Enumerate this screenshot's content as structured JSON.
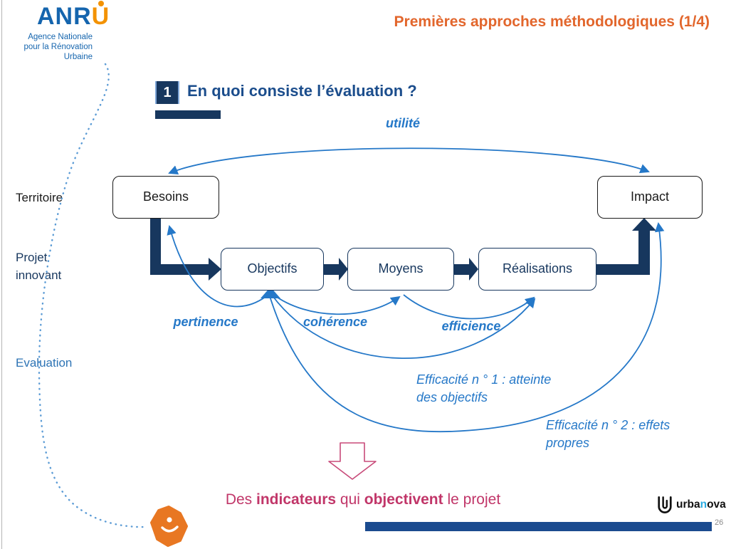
{
  "header": {
    "title": "Premières approches méthodologiques (1/4)"
  },
  "logo": {
    "wordmark_blue": "ANR",
    "wordmark_orange": "U",
    "subtitle_line1": "Agence Nationale",
    "subtitle_line2": "pour la Rénovation",
    "subtitle_line3": "Urbaine"
  },
  "section": {
    "number": "1",
    "title": "En quoi consiste l’évaluation ?"
  },
  "side_labels": {
    "territoire": "Territoire",
    "projet_line1": "Projet",
    "projet_line2": "innovant",
    "evaluation": "Evaluation"
  },
  "diagram": {
    "boxes": {
      "besoins": "Besoins",
      "objectifs": "Objectifs",
      "moyens": "Moyens",
      "realisations": "Réalisations",
      "impact": "Impact"
    },
    "labels": {
      "utilite": "utilité",
      "pertinence": "pertinence",
      "coherence": "cohérence",
      "efficience": "efficience",
      "efficacite1_line1": "Efficacité n ° 1 : atteinte",
      "efficacite1_line2": "des objectifs",
      "efficacite2_line1": "Efficacité n ° 2 : effets",
      "efficacite2_line2": "propres"
    }
  },
  "conclusion": {
    "part1": "Des ",
    "bold1": "indicateurs",
    "part2": " qui ",
    "bold2": "objectivent",
    "part3": " le projet"
  },
  "footer": {
    "page_number": "26",
    "brand_part1": "urba",
    "brand_accent": "n",
    "brand_part2": "ova"
  },
  "colors": {
    "accent_orange": "#E2662C",
    "navy": "#17375E",
    "title_blue": "#1B4D8C",
    "curve_blue": "#2578C8",
    "magenta": "#C13669",
    "dotted_light_blue": "#5B9BD5",
    "logo_blue": "#1565AE",
    "logo_orange": "#F39200",
    "brand_accent_blue": "#29ABE2",
    "footer_bar_blue": "#1B4B8F"
  }
}
